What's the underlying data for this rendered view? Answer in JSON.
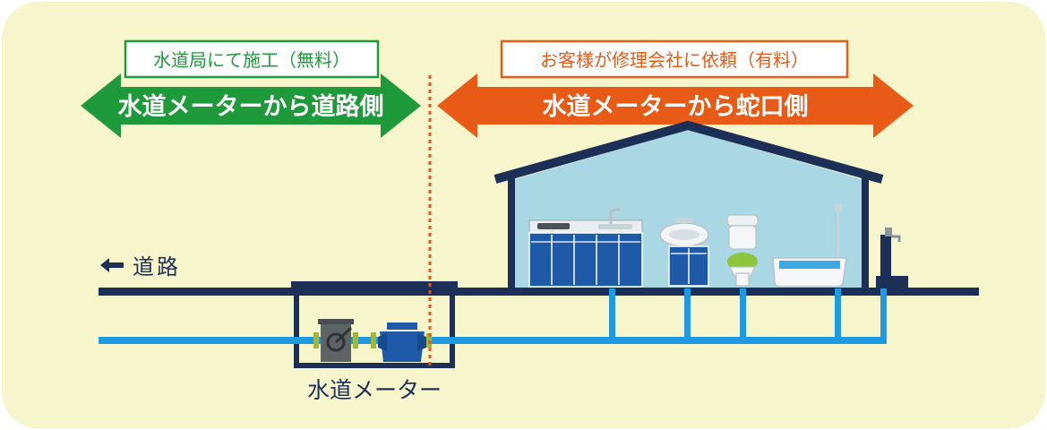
{
  "left_zone": {
    "tag": "水道局にて施工（無料）",
    "arrow": "水道メーターから道路側"
  },
  "right_zone": {
    "tag": "お客様が修理会社に依頼（有料）",
    "arrow": "水道メーターから蛇口側"
  },
  "road_label": "道路",
  "meter_label": "水道メーター",
  "colors": {
    "panel_bg": "#f7f5cc",
    "green": "#1f9a3a",
    "orange": "#e85b17",
    "navy": "#1b2f57",
    "pipe_blue": "#1e9be0",
    "house_interior": "#a9d8e4",
    "fixture_blue": "#1f5aa8",
    "divider": "#e8531a"
  },
  "icons": [
    "left-arrow-icon",
    "kitchen-sink-icon",
    "washbasin-icon",
    "toilet-icon",
    "bathtub-icon",
    "outdoor-faucet-icon",
    "water-meter-icon",
    "stop-valve-icon"
  ]
}
